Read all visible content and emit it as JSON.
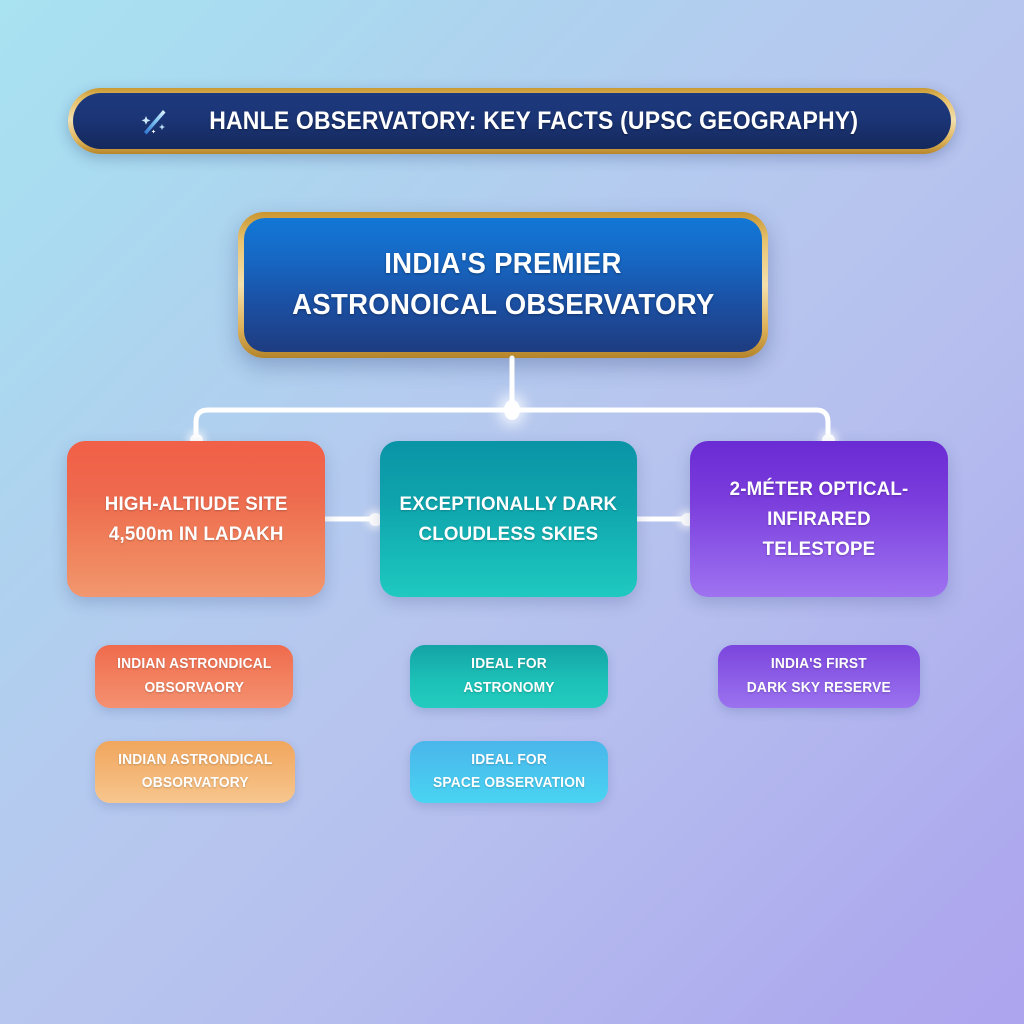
{
  "banner": {
    "title": "HANLE OBSERVATORY: KEY FACTS (UPSC GEOGRAPHY)",
    "icon": "comet-sparkle-icon",
    "border_color": "#e6c06a",
    "fill_color": "#1b3576"
  },
  "hero": {
    "line1": "INDIA'S PREMIER",
    "line2": "ASTRONOICAL OBSERVATORY",
    "border_color": "#e8c471",
    "fill_color": "#1668c4"
  },
  "cards": [
    {
      "line1": "HIGH-ALTIUDE SITE",
      "line2": "4,500m IN LADAKH",
      "color": "#f15f47"
    },
    {
      "line1": "EXCEPTIONALLY DARK",
      "line2": "CLOUDLESS SKIES",
      "color": "#0a94a6"
    },
    {
      "line1": "2-MÉTER OPTICAL-",
      "line2": "INFIRARED TELESTOPE",
      "color": "#6a2bd4"
    }
  ],
  "pills": [
    {
      "line1": "INDIAN ASTRONDICAL",
      "line2": "OBSORVAORY",
      "color": "#ef6a4d"
    },
    {
      "line1": "INDIAN ASTRONDICAL",
      "line2": "OBSORVATORY",
      "color": "#f0a65e"
    },
    {
      "line1": "IDEAL FOR",
      "line2": "ASTRONOMY",
      "color": "#14a3a6"
    },
    {
      "line1": "IDEAL FOR",
      "line2": "SPACE OBSERVATION",
      "color": "#4ab6ea"
    },
    {
      "line1": "INDIA'S FIRST",
      "line2": "DARK SKY RESERVE",
      "color": "#7b45dd"
    }
  ],
  "background": {
    "top_left_color": "#a9e2f1",
    "bottom_right_color": "#ada5ee"
  },
  "connectors": {
    "line_color": "#ffffff",
    "node_label": "hub-node"
  }
}
